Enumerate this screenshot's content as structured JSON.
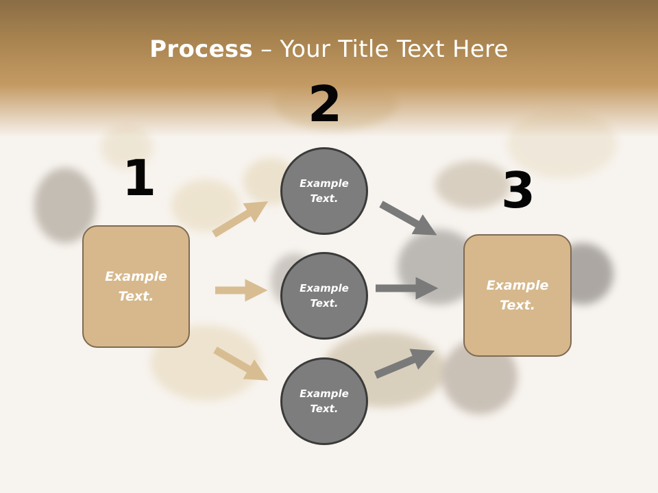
{
  "slide": {
    "title_bold": "Process",
    "title_rest": " – Your Title Text Here",
    "accent_color": "#d6b88c",
    "circle_color": "#7d7d7d",
    "arrow_tan_color": "#d8bd92",
    "arrow_gray_color": "#7a7a7a"
  },
  "steps": {
    "step1": {
      "number": "1",
      "box_text": "Example Text."
    },
    "step2": {
      "number": "2",
      "circles": [
        "Example Text.",
        "Example Text.",
        "Example Text."
      ]
    },
    "step3": {
      "number": "3",
      "box_text": "Example Text."
    }
  }
}
